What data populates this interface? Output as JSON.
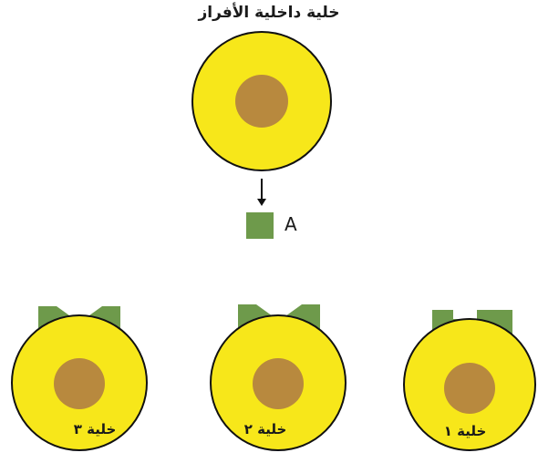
{
  "colors": {
    "cell_fill": "#f7e71a",
    "cell_outline": "#111111",
    "nucleus": "#b8893e",
    "receptor": "#6e9a4b",
    "arrow": "#111111"
  },
  "top_cell": {
    "label": "خلية داخلية الأفراز"
  },
  "signal": {
    "label": "A"
  },
  "target_cells": [
    {
      "label": "خلية ٣",
      "receptor_shape": "v-notch"
    },
    {
      "label": "خلية ٢",
      "receptor_shape": "v-notch"
    },
    {
      "label": "خلية ١",
      "receptor_shape": "square-notch"
    }
  ]
}
